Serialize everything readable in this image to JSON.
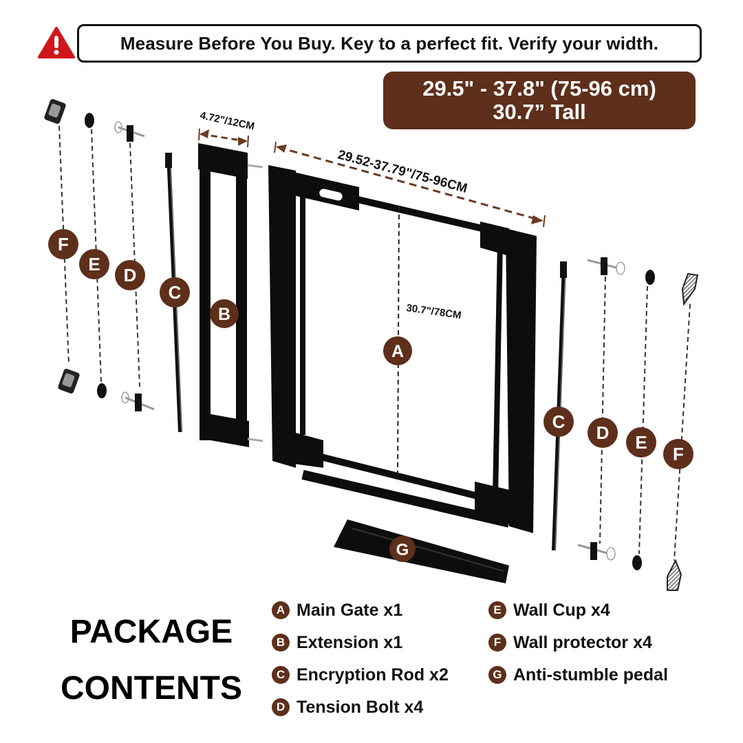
{
  "header": {
    "warning_icon": "warning-triangle-icon",
    "warning_text": "Measure Before You Buy. Key to a perfect fit. Verify your width.",
    "size_range": "29.5\" - 37.8\" (75-96 cm)",
    "height": "30.7” Tall"
  },
  "dimensions": {
    "extension_width": "4.72\"/12CM",
    "gate_width": "29.52-37.79\"/75-96CM",
    "gate_height": "30.7\"/78CM"
  },
  "callouts": {
    "A": "A",
    "B": "B",
    "C": "C",
    "D": "D",
    "E": "E",
    "F": "F",
    "G": "G"
  },
  "package": {
    "title_line1": "PACKAGE",
    "title_line2": "CONTENTS",
    "items": [
      {
        "letter": "A",
        "label": "Main Gate x1"
      },
      {
        "letter": "B",
        "label": "Extension x1"
      },
      {
        "letter": "C",
        "label": "Encryption Rod x2"
      },
      {
        "letter": "D",
        "label": "Tension Bolt x4"
      },
      {
        "letter": "E",
        "label": "Wall Cup x4"
      },
      {
        "letter": "F",
        "label": "Wall protector x4"
      },
      {
        "letter": "G",
        "label": "Anti-stumble pedal"
      }
    ]
  },
  "colors": {
    "accent_brown": "#5e2f1b",
    "warning_red": "#d0161b",
    "product_black": "#0d0d0d"
  }
}
